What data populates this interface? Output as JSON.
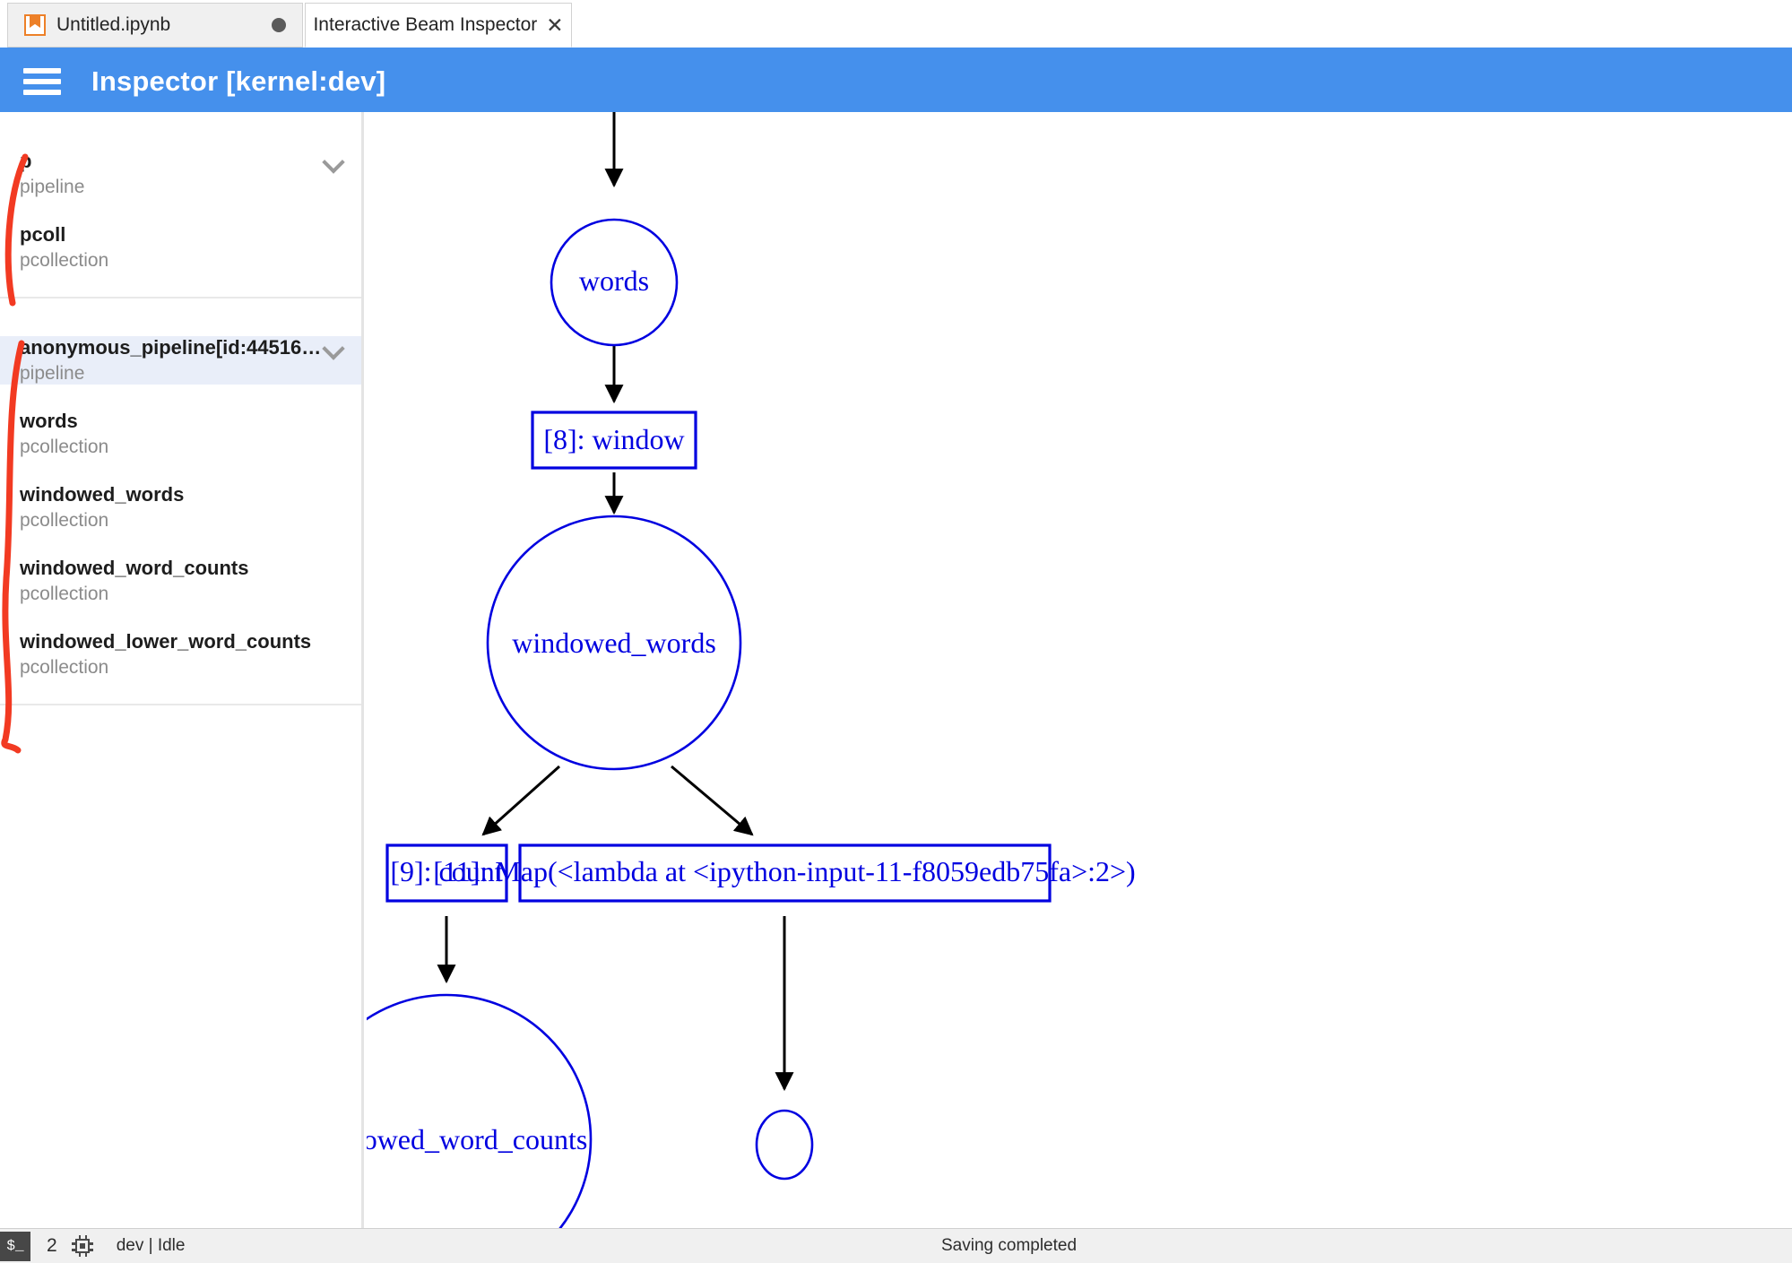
{
  "tabs": [
    {
      "label": "Untitled.ipynb",
      "icon": "notebook-bookmark-icon",
      "state": "unsaved-dot",
      "active": false
    },
    {
      "label": "Interactive Beam Inspector",
      "icon": "close-icon",
      "active": true
    }
  ],
  "header": {
    "menu_icon": "hamburger-icon",
    "title": "Inspector [kernel:dev]",
    "accent": "#4590EC"
  },
  "sidebar": {
    "selected_bg": "#E9EEF9",
    "groups": [
      {
        "items": [
          {
            "name": "p",
            "type": "pipeline",
            "chevron": true,
            "selected": false
          },
          {
            "name": "pcoll",
            "type": "pcollection",
            "chevron": false,
            "selected": false
          }
        ]
      },
      {
        "items": [
          {
            "name": "anonymous_pipeline[id:44516…",
            "type": "pipeline",
            "chevron": true,
            "selected": true
          },
          {
            "name": "words",
            "type": "pcollection",
            "chevron": false,
            "selected": false
          },
          {
            "name": "windowed_words",
            "type": "pcollection",
            "chevron": false,
            "selected": false
          },
          {
            "name": "windowed_word_counts",
            "type": "pcollection",
            "chevron": false,
            "selected": false
          },
          {
            "name": "windowed_lower_word_counts",
            "type": "pcollection",
            "chevron": false,
            "selected": false
          }
        ]
      }
    ],
    "annotation_color": "#F23A22"
  },
  "graph": {
    "node_color": "#0000E0",
    "edge_color": "#000000",
    "nodes": [
      {
        "id": "words",
        "shape": "ellipse",
        "label": "words"
      },
      {
        "id": "window",
        "shape": "rectangle",
        "label": "[8]: window"
      },
      {
        "id": "windowed_words",
        "shape": "ellipse",
        "label": "windowed_words"
      },
      {
        "id": "count",
        "shape": "rectangle",
        "label": "[9]: count"
      },
      {
        "id": "map",
        "shape": "rectangle",
        "label": "[11]: Map(<lambda at <ipython-input-11-f8059edb75fa>:2>)"
      },
      {
        "id": "windowed_word_counts",
        "shape": "ellipse",
        "label": "windowed_word_counts"
      },
      {
        "id": "clipped_node",
        "shape": "ellipse",
        "label": ""
      }
    ],
    "edges": [
      {
        "from": "root",
        "to": "words"
      },
      {
        "from": "words",
        "to": "window"
      },
      {
        "from": "window",
        "to": "windowed_words"
      },
      {
        "from": "windowed_words",
        "to": "count"
      },
      {
        "from": "windowed_words",
        "to": "map"
      },
      {
        "from": "count",
        "to": "windowed_word_counts"
      },
      {
        "from": "map",
        "to": "clipped_node"
      }
    ]
  },
  "statusbar": {
    "terminal_label": "$_",
    "terminal_count": "2",
    "kernel_status": "dev | Idle",
    "save_status": "Saving completed"
  }
}
